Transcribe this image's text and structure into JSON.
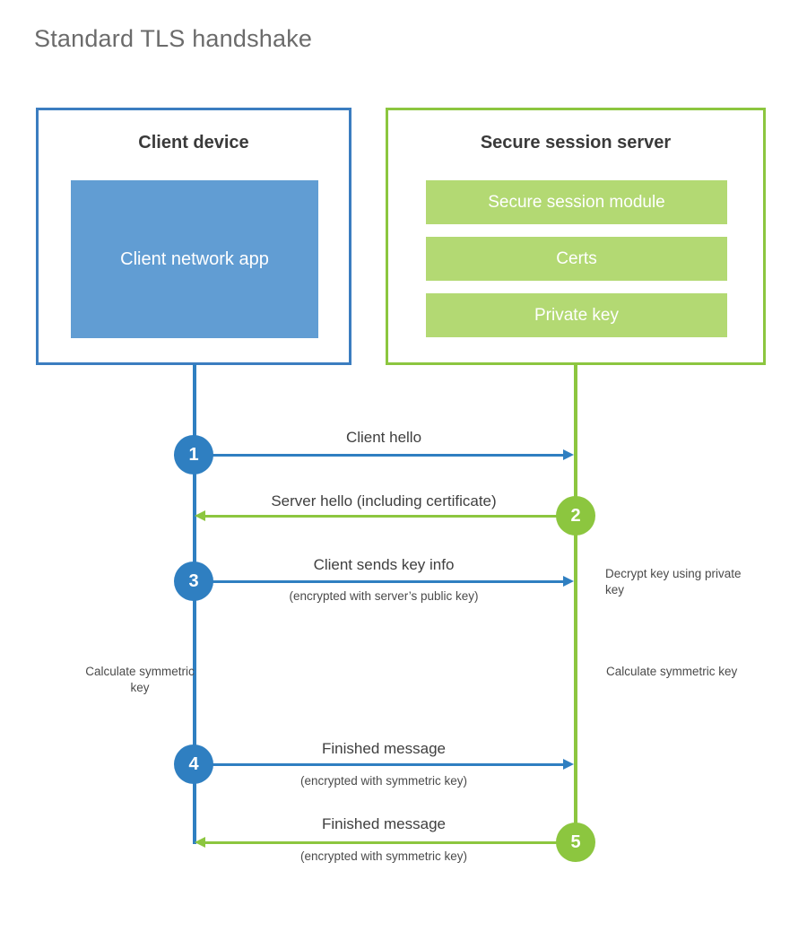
{
  "title": "Standard TLS handshake",
  "client_box": {
    "heading": "Client device",
    "app_label": "Client network app"
  },
  "server_box": {
    "heading": "Secure session server",
    "bars": [
      {
        "label": "Secure session module"
      },
      {
        "label": "Certs"
      },
      {
        "label": "Private key"
      }
    ]
  },
  "steps": [
    {
      "number": "1",
      "direction": "client-to-server",
      "color": "#2f7fc1",
      "label": "Client hello",
      "sublabel": ""
    },
    {
      "number": "2",
      "direction": "server-to-client",
      "color": "#8cc63f",
      "label": "Server hello (including certificate)",
      "sublabel": ""
    },
    {
      "number": "3",
      "direction": "client-to-server",
      "color": "#2f7fc1",
      "label": "Client sends key info",
      "sublabel": "(encrypted with server’s public key)"
    },
    {
      "number": "4",
      "direction": "client-to-server",
      "color": "#2f7fc1",
      "label": "Finished message",
      "sublabel": "(encrypted with symmetric key)"
    },
    {
      "number": "5",
      "direction": "server-to-client",
      "color": "#8cc63f",
      "label": "Finished message",
      "sublabel": "(encrypted with symmetric key)"
    }
  ],
  "annotations": {
    "decrypt_note": "Decrypt key using private key",
    "client_calculate_note": "Calculate symmetric key",
    "server_calculate_note": "Calculate symmetric key"
  },
  "colors": {
    "client_accent": "#2f7fc1",
    "client_box_border": "#3b7dc0",
    "client_app_fill": "#619dd3",
    "server_accent": "#8cc63f",
    "server_bar_fill": "#b3d973",
    "title_text": "#6b6b6b",
    "body_text": "#3f3f3f",
    "background": "#ffffff"
  }
}
